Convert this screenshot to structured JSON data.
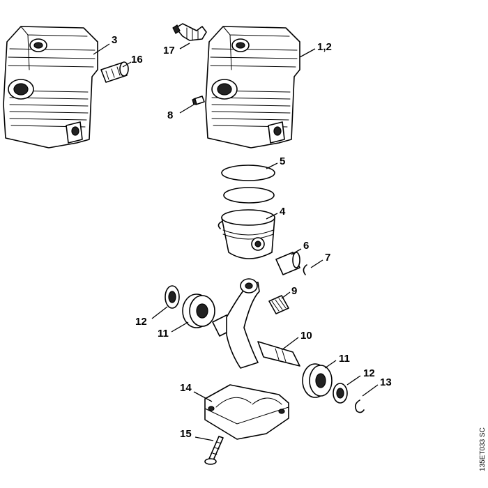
{
  "callouts": {
    "c3": "3",
    "c16": "16",
    "c17": "17",
    "c12a": "1,2",
    "c8": "8",
    "c5": "5",
    "c4": "4",
    "c6": "6",
    "c7": "7",
    "c9": "9",
    "c12l": "12",
    "c11l": "11",
    "c10": "10",
    "c11r": "11",
    "c12r": "12",
    "c13": "13",
    "c14": "14",
    "c15": "15"
  },
  "reference_code": "135ET033 SC"
}
